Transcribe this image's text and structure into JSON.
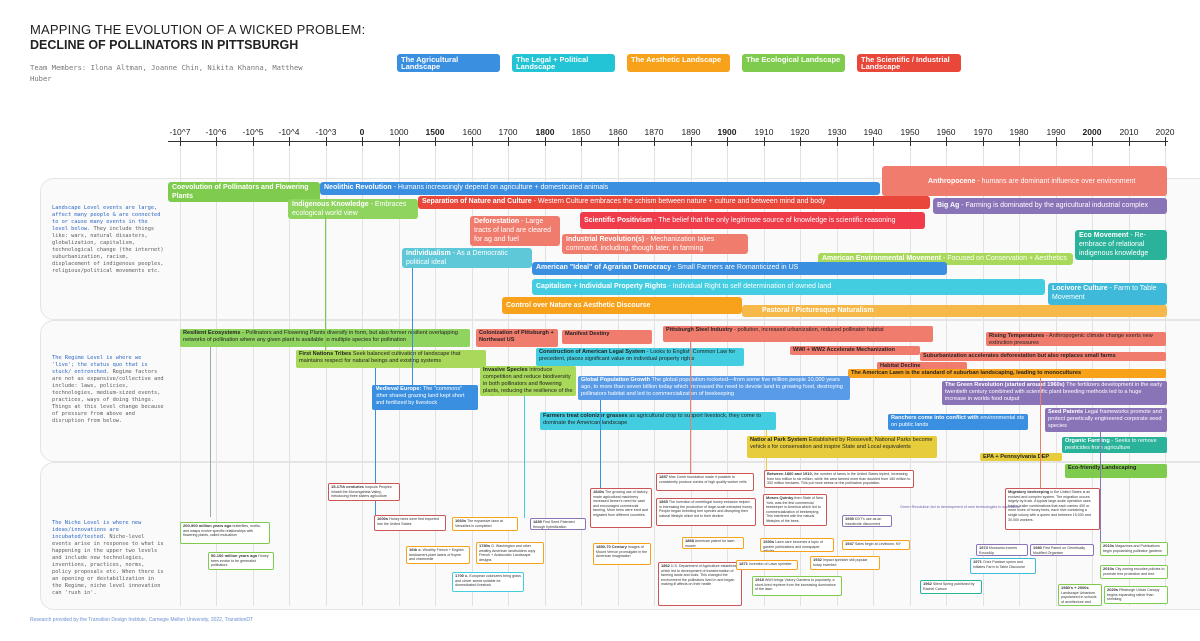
{
  "header": {
    "title_line1": "MAPPING THE EVOLUTION OF A WICKED PROBLEM:",
    "title_line2": "DECLINE OF POLLINATORS IN PITTSBURGH",
    "team": "Team Members: Ilona Altman, Joanne Chin, Nikita Khanna, Matthew Huber"
  },
  "legend": [
    {
      "label": "The Agricultural Landscape",
      "color": "#3b8fe0"
    },
    {
      "label": "The Legal + Political Landscape",
      "color": "#22c4d6"
    },
    {
      "label": "The Aesthetic Landscape",
      "color": "#f7a21a"
    },
    {
      "label": "The Ecological Landscape",
      "color": "#7fcb4d"
    },
    {
      "label": "The Scientific / Industrial Landscape",
      "color": "#e8473a"
    }
  ],
  "timeline": {
    "ticks": [
      {
        "label": "-10^7",
        "bold": false
      },
      {
        "label": "-10^6",
        "bold": false
      },
      {
        "label": "-10^5",
        "bold": false
      },
      {
        "label": "-10^4",
        "bold": false
      },
      {
        "label": "-10^3",
        "bold": false
      },
      {
        "label": "0",
        "bold": true
      },
      {
        "label": "1000",
        "bold": false
      },
      {
        "label": "1500",
        "bold": true
      },
      {
        "label": "1600",
        "bold": false
      },
      {
        "label": "1700",
        "bold": false
      },
      {
        "label": "1800",
        "bold": true
      },
      {
        "label": "1850",
        "bold": false
      },
      {
        "label": "1860",
        "bold": false
      },
      {
        "label": "1870",
        "bold": false
      },
      {
        "label": "1890",
        "bold": false
      },
      {
        "label": "1900",
        "bold": true
      },
      {
        "label": "1910",
        "bold": false
      },
      {
        "label": "1920",
        "bold": false
      },
      {
        "label": "1930",
        "bold": false
      },
      {
        "label": "1940",
        "bold": false
      },
      {
        "label": "1950",
        "bold": false
      },
      {
        "label": "1960",
        "bold": false
      },
      {
        "label": "1970",
        "bold": false
      },
      {
        "label": "1980",
        "bold": false
      },
      {
        "label": "1990",
        "bold": false
      },
      {
        "label": "2000",
        "bold": true
      },
      {
        "label": "2010",
        "bold": false
      },
      {
        "label": "2020",
        "bold": false
      }
    ]
  },
  "levels": {
    "landscape": {
      "lead": "Landscape Level events are large, affect many people & are connected to or cause many events in the level below.",
      "body": "They include things like: wars, natural disasters, globalization, capitalism, technological change (the internet) suburbanization, racism, displacement of indigenous peoples, religious/political movements etc."
    },
    "regime": {
      "lead": "The Regime Level is where we 'live'; the status quo that is stuck/ entrenched.",
      "body": "Regime factors are not as expansive/collective and include: laws, policies, technologies, medium-sized events, practices, ways of doing things. Things at this level change because of pressure from above and disruption from below."
    },
    "niche": {
      "lead": "The Niche Level is where new ideas/innovations are incubated/tested.",
      "body": "Niche-level events arise in response to what is happening in the upper two levels and include new technologies, inventions, practices, norms, policy proposals etc. When there is an opening or destabilization in the Regime, niche level innovation can 'rush in'."
    }
  },
  "landscape_events": [
    {
      "title": "Coevolution of Pollinators and Flowering Plants",
      "desc": "",
      "color": "#7fcb4d"
    },
    {
      "title": "Neolithic Revolution",
      "desc": " - Humans increasingly depend on agriculture + domesticated animals",
      "color": "#3b8fe0"
    },
    {
      "title": "Anthropocene",
      "desc": " - humans are dominant influence over environment",
      "color": "#f07c6e"
    },
    {
      "title": "Indigenous Knowledge",
      "desc": " - Embraces ecological world view",
      "color": "#8fd45f"
    },
    {
      "title": "Separation of Nature and Culture",
      "desc": " - Western Culture embraces the schism between nature + culture and between mind and body",
      "color": "#e8473a"
    },
    {
      "title": "Big Ag",
      "desc": " - Farming is dominated by the agricultural industrial complex",
      "color": "#8a74b8"
    },
    {
      "title": "Scientific Positivism",
      "desc": " - The belief that the only legitimate source of knowledge is scientific reasoning",
      "color": "#ef3b4a"
    },
    {
      "title": "Deforestation",
      "desc": " - Large tracts of land are cleared for ag and fuel",
      "color": "#f07c6e"
    },
    {
      "title": "Industrial Revolution(s)",
      "desc": " - Mechanization takes command, including, though later, in farming",
      "color": "#f07c6e"
    },
    {
      "title": "Eco Movement",
      "desc": " - Re-embrace of relational indigenous knowledge",
      "color": "#2ab39a"
    },
    {
      "title": "Individualism",
      "desc": " - As a Democratic political ideal",
      "color": "#5fc8d8"
    },
    {
      "title": "American Environmental Movement",
      "desc": " - Focused on Conservation + Aesthetics",
      "color": "#a9d95a"
    },
    {
      "title": "American \"Ideal\" of Agrarian Democracy",
      "desc": " - Small Farmers are Romanticized in US",
      "color": "#3b8fe0"
    },
    {
      "title": "Capitalism + Individual Property Rights",
      "desc": " - Individual Right to self determination of owned land",
      "color": "#43cde0"
    },
    {
      "title": "Locivore Culture",
      "desc": " - Farm to Table Movement",
      "color": "#3fb9d9"
    },
    {
      "title": "Control over Nature as Aesthetic Discourse",
      "desc": "",
      "color": "#f7a21a"
    },
    {
      "title": "Pastoral / Picturesque Naturalism",
      "desc": "",
      "color": "#f7a21a"
    }
  ],
  "regime_events": [
    {
      "title": "Resilient Ecosystems",
      "desc": " - Pollinators and Flowering Plants diversify in form, but also former resilient overlapping networks of pollination where any given plant is available to multiple species for pollination",
      "color": "#8fd45f"
    },
    {
      "title": "Colonization of Pittsburgh + Northeast US",
      "desc": "",
      "color": "#f07c6e"
    },
    {
      "title": "Manifest Destiny",
      "desc": "",
      "color": "#f07c6e"
    },
    {
      "title": "Pittsburgh Steel Industry",
      "desc": " - pollution, increased urbanization, reduced pollinator habitat",
      "color": "#f07c6e"
    },
    {
      "title": "Rising Temperatures",
      "desc": " - Anthropogenic climate change exerts new extinction pressures",
      "color": "#f07c6e"
    },
    {
      "title": "First Nations Tribes",
      "desc": " Seek balanced cultivation of landscape that maintains respect for natural beings and existing systems",
      "color": "#a9d95a"
    },
    {
      "title": "Construction of American Legal System",
      "desc": " - Looks to English Common Law for precedent, places significant value on individual property rights",
      "color": "#43cde0"
    },
    {
      "title": "WWI + WW2 Accelerate Mechanization",
      "desc": "",
      "color": "#f07c6e"
    },
    {
      "title": "Suburbanization accelerates deforestation but also replaces small farms",
      "desc": "",
      "color": "#f07c6e"
    },
    {
      "title": "Habitat Decline",
      "desc": "",
      "color": "#f07c6e"
    },
    {
      "title": "The American Lawn is the standard of suburban landscaping, leading to monocultures",
      "desc": "",
      "color": "#f7a21a"
    },
    {
      "title": "Invasive Species",
      "desc": " introduce competition and reduce biodiversity in both pollinators and flowering plants, reducing the resilience of the system",
      "color": "#a9d95a"
    },
    {
      "title": "Global Population Growth",
      "desc": " The global population rocketed—from some five million people 10,000 years ago, to more than seven billion today which increased the need to devote land to growing food, destroying pollinators habitat and led to commercialization of beekeeping",
      "color": "#3b8fe0"
    },
    {
      "title": "The Green Revolution (started around 1960s)",
      "desc": " The fertilizers development in the early twentieth century combined with scientific plant breeding methods led to a huge increase in worlds food output",
      "color": "#8a74b8"
    },
    {
      "title": "Medieval Europe:",
      "desc": " The \"commons\" other shared grazing land kept short and fertilized by livestock",
      "color": "#3b8fe0"
    },
    {
      "title": "Seed Patents",
      "desc": " Legal frameworks promote and protect genetically engineered corporate seed species",
      "color": "#8a74b8"
    },
    {
      "title": "Farmers treat colonizer grasses",
      "desc": " as agricultural crop to support livestock, they come to dominate the American landscape",
      "color": "#43cde0"
    },
    {
      "title": "Ranchers come into conflict with",
      "desc": " environmental sts on public lands",
      "color": "#3b8fe0"
    },
    {
      "title": "National Park System",
      "desc": " Established by Roosevelt, National Parks become vehicles for conservation and inspire State and Local equivalents",
      "color": "#e7cd3b"
    },
    {
      "title": "Organic Farming",
      "desc": " - Seeks to remove pesticides from agriculture",
      "color": "#2ab39a"
    },
    {
      "title": "EPA + Pennsylvania DEP",
      "desc": "",
      "color": "#e7cd3b"
    },
    {
      "title": "Eco-friendly Landscaping",
      "desc": "",
      "color": "#7fcb4d"
    }
  ],
  "niche_events": [
    {
      "title": "15-17th centuries",
      "desc": " Iroquois Peoples inhabit the Monongahela Valley, introducing three sisters agriculture"
    },
    {
      "title": "1600s",
      "desc": " Honey bees were first imported into the United States"
    },
    {
      "title": "200-900 million years ago",
      "desc": " butterflies, moths, and wasps evolve specific relationships with flowering plants, called mutualism"
    },
    {
      "title": "50-100 million years ago",
      "desc": " Honey bees evolve to be generalist pollinators"
    },
    {
      "title": "1660s",
      "desc": " The expansive lawn at Versailles is completed"
    },
    {
      "title": "16th c.",
      "desc": " Wealthy French + English landowners plant lawns of thyme and chamomile"
    },
    {
      "title": "1780s",
      "desc": " G. Washington and other wealthy American landholders copy French + Aristocratic Landscape designs"
    },
    {
      "title": "1700 c.",
      "desc": " European colonizers bring grass and clover seeds suitable for domesticated livestock"
    },
    {
      "title": "1839",
      "desc": " First Seed Patented through hybridization"
    },
    {
      "title": "1840s",
      "desc": " The growing use of factory-made agricultural machinery increased farmer's need for cash and encouraged commercial farming. More bees were bred and migrated from different countries."
    },
    {
      "title": "1850-70 Century",
      "desc": " Images of Mount Vernon promulgate in the American imagination"
    },
    {
      "title": "1857",
      "desc": " Max Comb foundation made it possible to consistently produce combs of high quality worker cells"
    },
    {
      "title": "1865",
      "desc": " The invention of centrifugal honey extractor helped in increasing the production of large-scale extracted honey. People began breeding bee species and disrupting their natural lifestyle which led to their decline."
    },
    {
      "title": "1862",
      "desc": " U.S. Department of Agriculture established which led to development of transformation of farming lands and tools. This changed the environment the pollinators lived in and began making ill affects on their health"
    },
    {
      "title": "1868",
      "desc": " American patent for lawn mower"
    },
    {
      "title": "1871",
      "desc": " Invention of Lawn sprinkler"
    },
    {
      "title": "Between 1860 and 1910,",
      "desc": " the number of farms in the United States tripled, increasing from two million to six million, while the area farmed more than doubled from 160 million to 352 million hectares. This put more stress on the pollinators population."
    },
    {
      "title": "Moses Quinby",
      "desc": " from State of New York, was the first commercial beekeeper in America which led to commercialization of beekeeping. This interfered with the natural lifestyles of the bees."
    },
    {
      "title": "1939",
      "desc": " DDT's use as an insecticide discovered"
    },
    {
      "title": "1930s",
      "desc": " Lawn care becomes a topic of garden publications and newspaper articles"
    },
    {
      "title": "1947",
      "desc": " Sales begin at Levittown, NY"
    },
    {
      "title": "1932",
      "desc": " Impact sprinkler still popular today invented"
    },
    {
      "title": "1918",
      "desc": " WWI brings Victory Gardens to popularity, a short-lived reprieve from the increasing dominance of the lawn"
    },
    {
      "title": "1962",
      "desc": " Silent Spring published by Rachel Carson"
    },
    {
      "title": "Migratory beekeeping",
      "desc": " in the United States is an evolved and complex system. The migration occurs largely by truck. A typical large-scale operation uses tractor-trailer combinations that each carries 400 or more hives of honey bees, each hive containing a single colony with a queen and between 15,000 and 30,000 workers."
    },
    {
      "title": "1974",
      "desc": " Monsanto invents RoundUp"
    },
    {
      "title": "1980",
      "desc": " First Patent on Genetically Modified Organism"
    },
    {
      "title": "1971",
      "desc": " Chez Panisse opens and initiates Farm to Table Discourse"
    },
    {
      "title": "2010s",
      "desc": " Magazines and Publications begin popularizing pollinator gardens"
    },
    {
      "title": "2010s",
      "desc": " City zoning encodes policies to promote tree protection and tree"
    },
    {
      "title": "1980's + 2000s",
      "desc": " Landscape Urbanism popularized in schools of architecture and"
    },
    {
      "title": "2020s",
      "desc": " Pittsburgh Urban Canopy begins expanding rather than shrinking"
    }
  ],
  "annotations": {
    "green_rev_note": "Green Revolution led to development of new technologies in agriculture",
    "footer": "Research provided by the Transition Design Institute, Carnegie Mellon University, 2022, TransitionDT"
  }
}
